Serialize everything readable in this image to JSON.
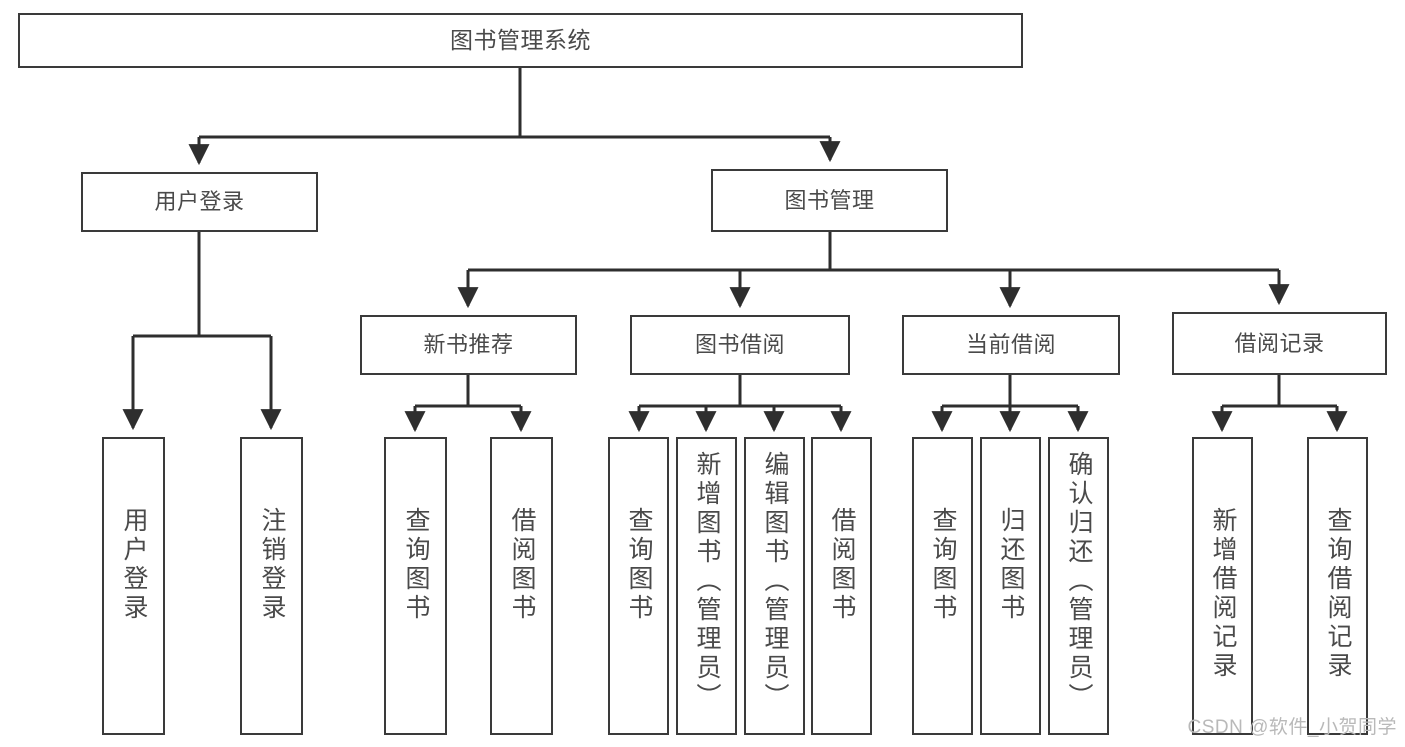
{
  "diagram": {
    "type": "tree",
    "title": "图书管理系统",
    "root": {
      "label": "图书管理系统"
    },
    "level2": [
      {
        "label": "用户登录"
      },
      {
        "label": "图书管理"
      }
    ],
    "level3": [
      {
        "label": "新书推荐"
      },
      {
        "label": "图书借阅"
      },
      {
        "label": "当前借阅"
      },
      {
        "label": "借阅记录"
      }
    ],
    "leaves": {
      "user_login": [
        {
          "label": "用户登录"
        },
        {
          "label": "注销登录"
        }
      ],
      "new_book_recommend": [
        {
          "label": "查询图书"
        },
        {
          "label": "借阅图书"
        }
      ],
      "book_borrow": [
        {
          "label": "查询图书"
        },
        {
          "label": "新增图书（管理员）"
        },
        {
          "label": "编辑图书（管理员）"
        },
        {
          "label": "借阅图书"
        }
      ],
      "current_borrow": [
        {
          "label": "查询图书"
        },
        {
          "label": "归还图书"
        },
        {
          "label": "确认归还（管理员）"
        }
      ],
      "borrow_record": [
        {
          "label": "新增借阅记录"
        },
        {
          "label": "查询借阅记录"
        }
      ]
    }
  },
  "watermark": {
    "text": "CSDN @软件_小贺同学"
  },
  "colors": {
    "border": "#3a3a3a",
    "text": "#4a4a4a",
    "background": "#ffffff",
    "watermark": "#b9b9b9"
  }
}
